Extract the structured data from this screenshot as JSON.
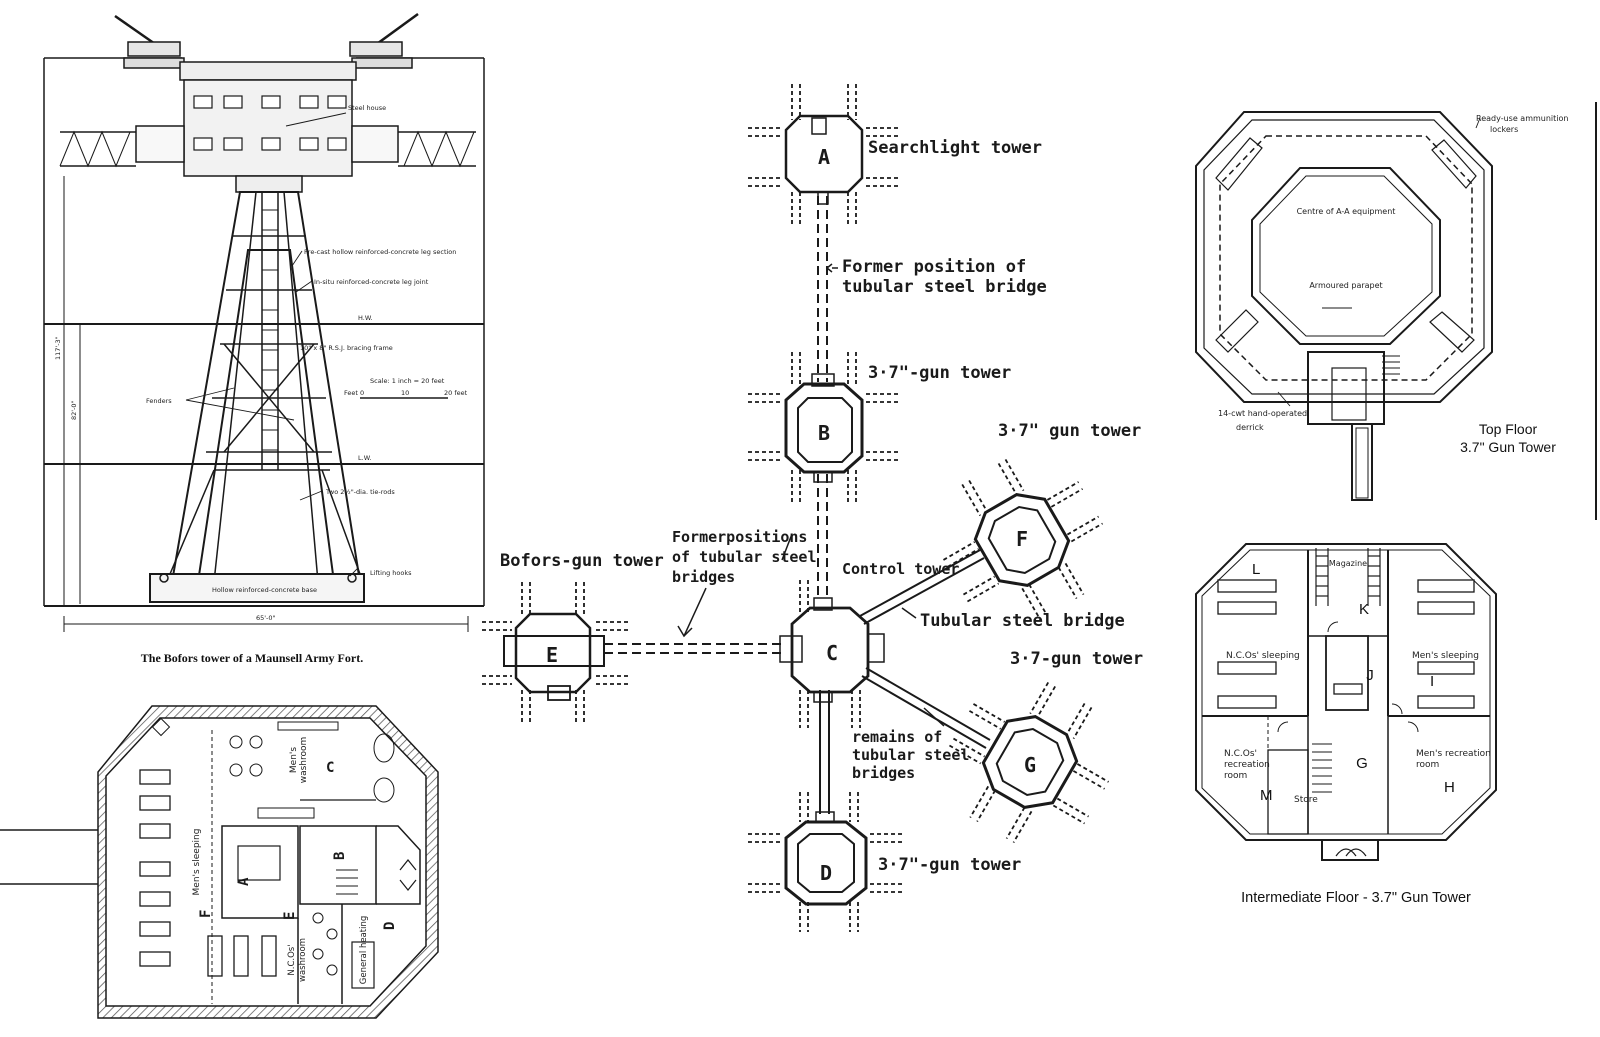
{
  "elevation": {
    "caption": "The Bofors tower of a Maunsell Army Fort.",
    "labels": {
      "steel_house": "Steel house",
      "leg_section": "Pre-cast hollow reinforced-concrete leg section",
      "leg_joint": "In-situ reinforced-concrete leg joint",
      "hw": "H.W.",
      "bracing": "10\" x 8\" R.S.J. bracing frame",
      "scale": "Scale: 1 inch = 20 feet",
      "scale_feet": "Feet 0",
      "scale_10": "10",
      "scale_20": "20 feet",
      "fenders": "Fenders",
      "lw": "L.W.",
      "tie_rods": "Two 2½\"-dia. tie-rods",
      "lifting_hooks": "Lifting hooks",
      "base": "Hollow reinforced-concrete base",
      "height_total": "117'-3\"",
      "height_mid": "82'-0\"",
      "width": "65'-0\""
    }
  },
  "layout": {
    "towers": [
      {
        "letter": "A",
        "label": "Searchlight tower"
      },
      {
        "letter": "B",
        "label": "3·7\"-gun tower"
      },
      {
        "letter": "C",
        "label": "Control tower"
      },
      {
        "letter": "D",
        "label": "3·7\"-gun tower"
      },
      {
        "letter": "E",
        "label": "Bofors-gun tower"
      },
      {
        "letter": "F",
        "label": "3·7\" gun tower"
      },
      {
        "letter": "G",
        "label": "3·7-gun tower"
      }
    ],
    "notes": {
      "former_bridge_1": "Former position of",
      "former_bridge_2": "tubular steel bridge",
      "former_positions_1": "Formerpositions",
      "former_positions_2": "of tubular steel",
      "former_positions_3": "bridges",
      "tubular_bridge": "Tubular steel bridge",
      "remains_1": "remains of",
      "remains_2": "tubular steel",
      "remains_3": "bridges"
    }
  },
  "bofors_floor": {
    "rooms": {
      "a": "A",
      "b": "B",
      "c": "C",
      "d": "D",
      "e": "E",
      "f": "F",
      "mens_washroom_1": "Men's",
      "mens_washroom_2": "washroom",
      "mens_sleeping": "Men's sleeping",
      "ncos_washroom_1": "N.C.Os'",
      "ncos_washroom_2": "washroom",
      "general_heating": "General heating"
    }
  },
  "top_floor": {
    "caption_1": "Top Floor",
    "caption_2": "3.7\" Gun Tower",
    "labels": {
      "lockers_1": "Ready-use ammunition",
      "lockers_2": "lockers",
      "equipment": "Centre of A-A equipment",
      "parapet": "Armoured parapet",
      "derrick_1": "14-cwt hand-operated",
      "derrick_2": "derrick"
    }
  },
  "intermediate_floor": {
    "caption": "Intermediate Floor - 3.7\" Gun Tower",
    "rooms": {
      "l": "L",
      "k": "K",
      "magazine": "Magazine",
      "j": "J",
      "i": "I",
      "ncos_sleeping": "N.C.Os' sleeping",
      "mens_sleeping": "Men's sleeping",
      "ncos_recreation_1": "N.C.Os'",
      "ncos_recreation_2": "recreation",
      "ncos_recreation_3": "room",
      "m": "M",
      "store": "Store",
      "g": "G",
      "mens_recreation_1": "Men's recreation",
      "mens_recreation_2": "room",
      "h": "H"
    }
  }
}
